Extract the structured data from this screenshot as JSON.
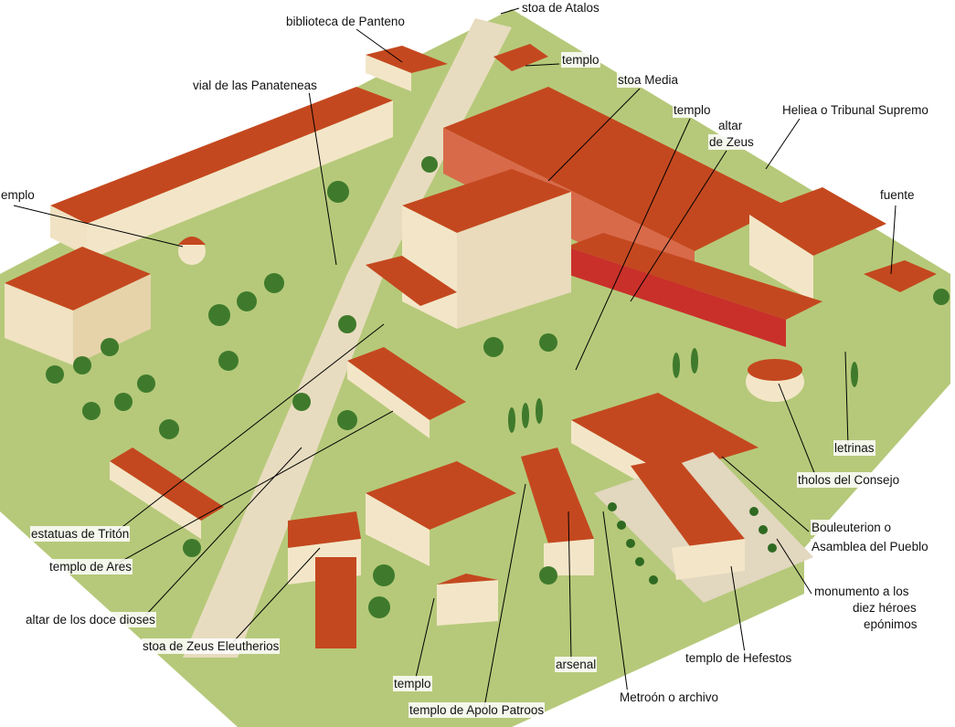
{
  "labels": {
    "stoa_atalos": "stoa de Atalos",
    "biblioteca_panteno": "biblioteca de Panteno",
    "templo_top": "templo",
    "vial_panateneas": "vial de las Panateneas",
    "stoa_media": "stoa Media",
    "templo_mid": "templo",
    "altar_zeus_1": "altar",
    "altar_zeus_2": "de Zeus",
    "heliea": "Heliea o Tribunal Supremo",
    "templo_left": "emplo",
    "fuente": "fuente",
    "letrinas": "letrinas",
    "tholos": "tholos del Consejo",
    "bouleuterion_1": "Bouleuterion o",
    "bouleuterion_2": "Asamblea del Pueblo",
    "monumento_1": "monumento a los",
    "monumento_2": "diez héroes",
    "monumento_3": "epónimos",
    "templo_hefestos": "templo de Hefestos",
    "metroon": "Metroón o archivo",
    "arsenal": "arsenal",
    "templo_apolo": "templo de Apolo Patroos",
    "templo_bottom": "templo",
    "stoa_zeus_eleutherios": "stoa de Zeus Eleutherios",
    "altar_doce_dioses": "altar de los doce dioses",
    "templo_ares": "templo de Ares",
    "estatuas_triton": "estatuas de Tritón"
  },
  "colors": {
    "roof": "#c4481f",
    "wall": "#f3e6c8",
    "ground": "#a9c46a",
    "road": "#e8dcc0",
    "tree": "#3f7a2c",
    "column": "#c9302a"
  }
}
